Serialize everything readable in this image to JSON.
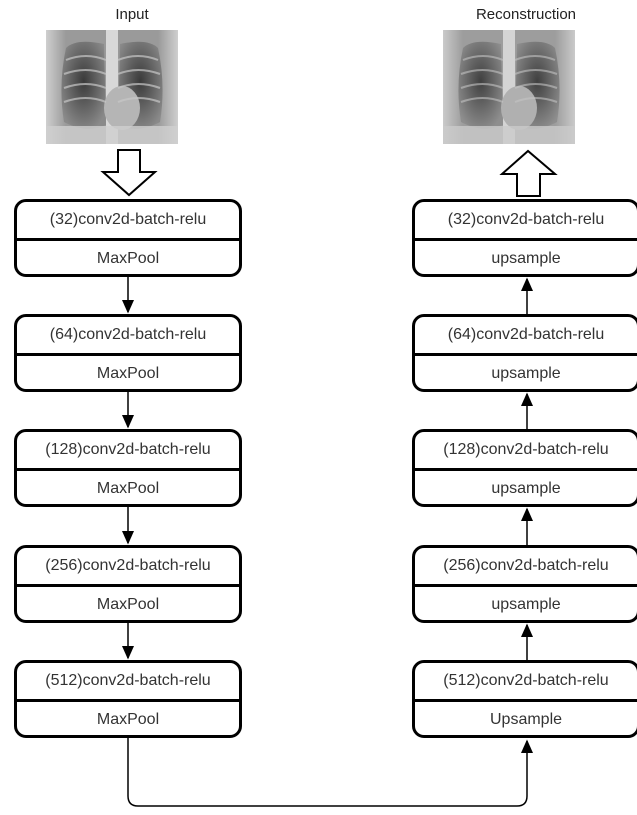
{
  "input_title": "Input",
  "output_title": "Reconstruction",
  "encoder": [
    {
      "conv": "(32)conv2d-batch-relu",
      "op": "MaxPool"
    },
    {
      "conv": "(64)conv2d-batch-relu",
      "op": "MaxPool"
    },
    {
      "conv": "(128)conv2d-batch-relu",
      "op": "MaxPool"
    },
    {
      "conv": "(256)conv2d-batch-relu",
      "op": "MaxPool"
    },
    {
      "conv": "(512)conv2d-batch-relu",
      "op": "MaxPool"
    }
  ],
  "decoder": [
    {
      "conv": "(32)conv2d-batch-relu",
      "op": "upsample"
    },
    {
      "conv": "(64)conv2d-batch-relu",
      "op": "upsample"
    },
    {
      "conv": "(128)conv2d-batch-relu",
      "op": "upsample"
    },
    {
      "conv": "(256)conv2d-batch-relu",
      "op": "upsample"
    },
    {
      "conv": "(512)conv2d-batch-relu",
      "op": "Upsample"
    }
  ]
}
